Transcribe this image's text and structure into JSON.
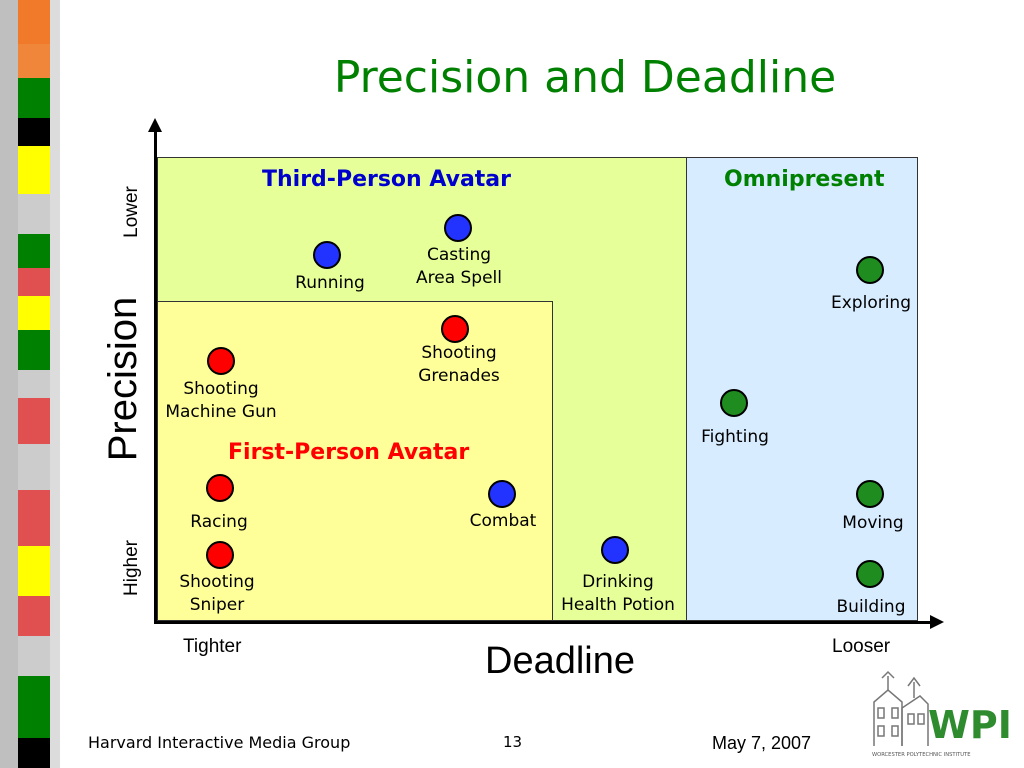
{
  "slide": {
    "title": "Precision and Deadline",
    "footer_left": "Harvard Interactive Media Group",
    "page_number": "13",
    "date": "May 7, 2007"
  },
  "colors": {
    "title": "#008000",
    "zone_third_person": "#e6ff99",
    "zone_omnipresent": "#d7ecff",
    "zone_first_person": "#ffff99",
    "label_third_person": "#0000cc",
    "label_first_person": "#ff0000",
    "label_omnipresent": "#008000",
    "point_red": "#ff0000",
    "point_blue": "#2233ff",
    "point_green": "#1e8c1e"
  },
  "zones": {
    "third_person": "Third-Person Avatar",
    "first_person": "First-Person Avatar",
    "omnipresent": "Omnipresent"
  },
  "axes": {
    "x_label": "Deadline",
    "x_low": "Tighter",
    "x_high": "Looser",
    "y_label": "Precision",
    "y_low": "Lower",
    "y_high": "Higher"
  },
  "points": [
    {
      "label": "Running",
      "color": "blue"
    },
    {
      "label": "Casting\nArea Spell",
      "color": "blue"
    },
    {
      "label": "Shooting\nGrenades",
      "color": "red"
    },
    {
      "label": "Shooting\nMachine Gun",
      "color": "red"
    },
    {
      "label": "Racing",
      "color": "red"
    },
    {
      "label": "Shooting\nSniper",
      "color": "red"
    },
    {
      "label": "Combat",
      "color": "blue"
    },
    {
      "label": "Drinking\nHealth Potion",
      "color": "blue"
    },
    {
      "label": "Exploring",
      "color": "green"
    },
    {
      "label": "Fighting",
      "color": "green"
    },
    {
      "label": "Moving",
      "color": "green"
    },
    {
      "label": "Building",
      "color": "green"
    }
  ],
  "logo": {
    "text": "WPI",
    "subtext": "WORCESTER POLYTECHNIC INSTITUTE"
  }
}
